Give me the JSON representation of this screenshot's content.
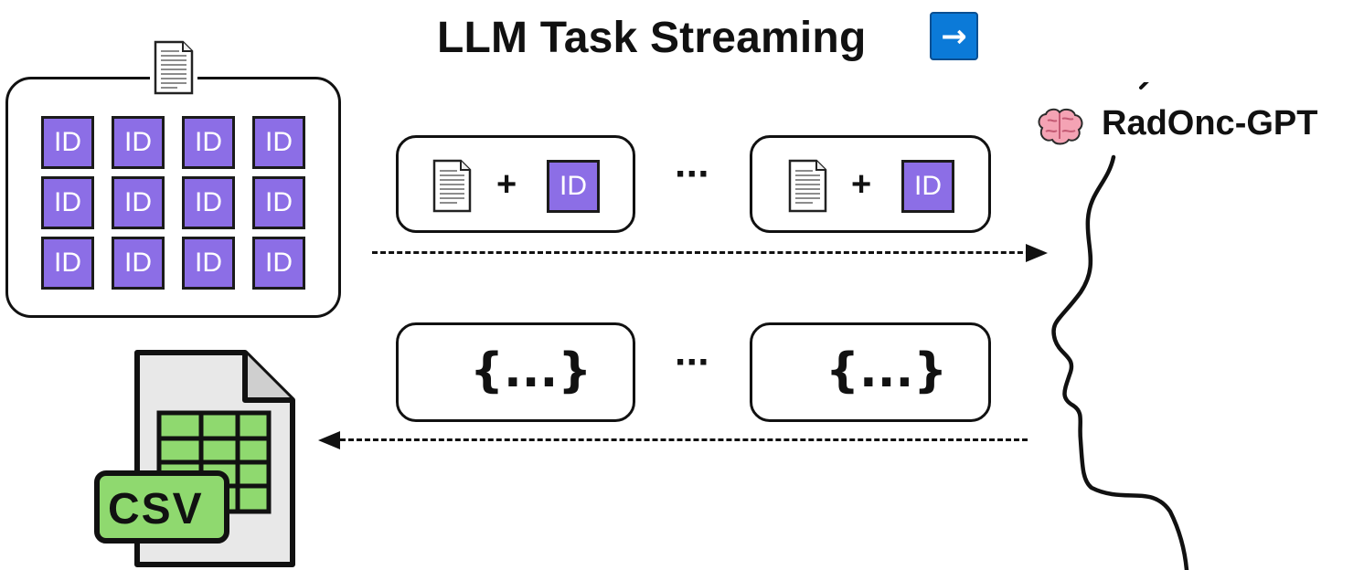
{
  "title": "LLM Task Streaming",
  "title_icon": "right-arrow-icon",
  "title_arrow_glyph": "→",
  "id_label": "ID",
  "plus": "+",
  "ellipsis": "···",
  "json_placeholder": "{...}",
  "model": {
    "name": "RadOnc-GPT",
    "icon": "brain-icon"
  },
  "output_file": {
    "label": "CSV",
    "icon": "csv-file-icon"
  },
  "colors": {
    "id_tile": "#8c6ee6",
    "title_arrow_bg": "#0b7ad8",
    "csv_green": "#8fd96f",
    "csv_dark_green": "#2f8f3a"
  }
}
